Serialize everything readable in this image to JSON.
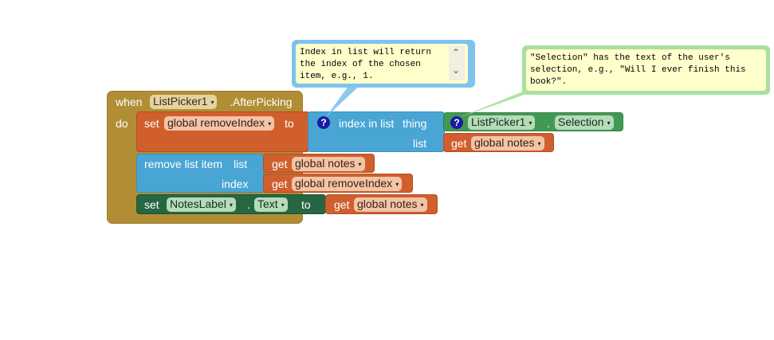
{
  "event_block": {
    "when_label": "when",
    "component": "ListPicker1",
    "event": ".AfterPicking",
    "do_label": "do"
  },
  "set_global_block": {
    "set_label": "set",
    "variable": "global removeIndex",
    "to_label": "to"
  },
  "index_in_list_block": {
    "label": "index in list",
    "thing_label": "thing",
    "list_label": "list"
  },
  "selection_getter": {
    "component": "ListPicker1",
    "dot": ".",
    "property": "Selection"
  },
  "get_notes_1": {
    "get_label": "get",
    "variable": "global notes"
  },
  "remove_list_item_block": {
    "label": "remove list item",
    "list_label": "list",
    "index_label": "index"
  },
  "get_notes_2": {
    "get_label": "get",
    "variable": "global notes"
  },
  "get_remove_index": {
    "get_label": "get",
    "variable": "global removeIndex"
  },
  "set_label_block": {
    "set_label": "set",
    "component": "NotesLabel",
    "dot": ".",
    "property": "Text",
    "to_label": "to"
  },
  "get_notes_3": {
    "get_label": "get",
    "variable": "global notes"
  },
  "help_marker": "?",
  "comments": {
    "index_comment": "Index in list will return\nthe index of the chosen\nitem, e.g., 1.",
    "selection_comment": "\"Selection\" has the text of the user's\nselection, e.g., \"Will I ever finish this\nbook?\"."
  },
  "colors": {
    "event_gold": "#b18e35",
    "variable_orange": "#d05f2d",
    "list_blue": "#49a6d4",
    "component_green": "#439853",
    "setter_dark_green": "#266643",
    "comment_yellow_bg": "#ffffcc",
    "comment_blue_border": "#7fc3ec",
    "comment_green_border": "#a8e0a0"
  }
}
